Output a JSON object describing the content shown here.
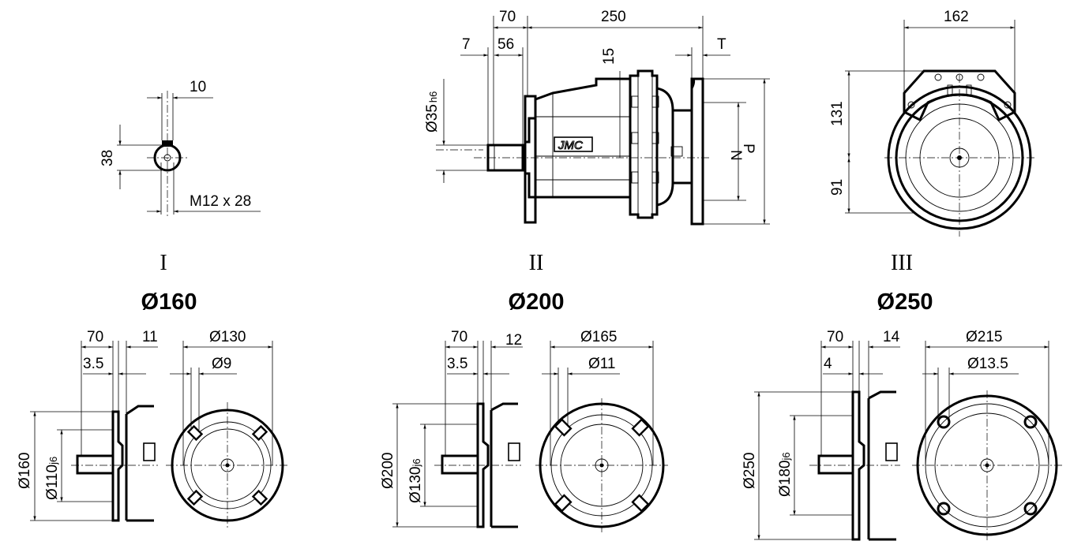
{
  "views": {
    "shaft_end": {
      "keyway_width": "10",
      "shaft_height": "38",
      "thread": "M12 x 28"
    },
    "side_view": {
      "flange_offset": "70",
      "body_length": "250",
      "shaft_step_a": "7",
      "shaft_step_b": "56",
      "shaft_diameter": "Ø35",
      "shaft_tolerance": "h6",
      "keyway": "15",
      "flange_thickness": "T",
      "pilot_diameter": "N",
      "flange_diameter": "P",
      "brand_logo": "JMC"
    },
    "front_view": {
      "width": "162",
      "upper_height": "131",
      "lower_height": "91"
    }
  },
  "flanges": [
    {
      "numeral": "I",
      "size": "Ø160",
      "offset": "70",
      "thickness": "11",
      "spigot_depth": "3.5",
      "flange_diameter": "Ø160",
      "pilot_diameter": "Ø110",
      "pilot_tolerance": "j6",
      "bolt_circle": "Ø130",
      "hole_diameter": "Ø9"
    },
    {
      "numeral": "II",
      "size": "Ø200",
      "offset": "70",
      "thickness": "12",
      "spigot_depth": "3.5",
      "flange_diameter": "Ø200",
      "pilot_diameter": "Ø130",
      "pilot_tolerance": "j6",
      "bolt_circle": "Ø165",
      "hole_diameter": "Ø11"
    },
    {
      "numeral": "III",
      "size": "Ø250",
      "offset": "70",
      "thickness": "14",
      "spigot_depth": "4",
      "flange_diameter": "Ø250",
      "pilot_diameter": "Ø180",
      "pilot_tolerance": "j6",
      "bolt_circle": "Ø215",
      "hole_diameter": "Ø13.5"
    }
  ]
}
